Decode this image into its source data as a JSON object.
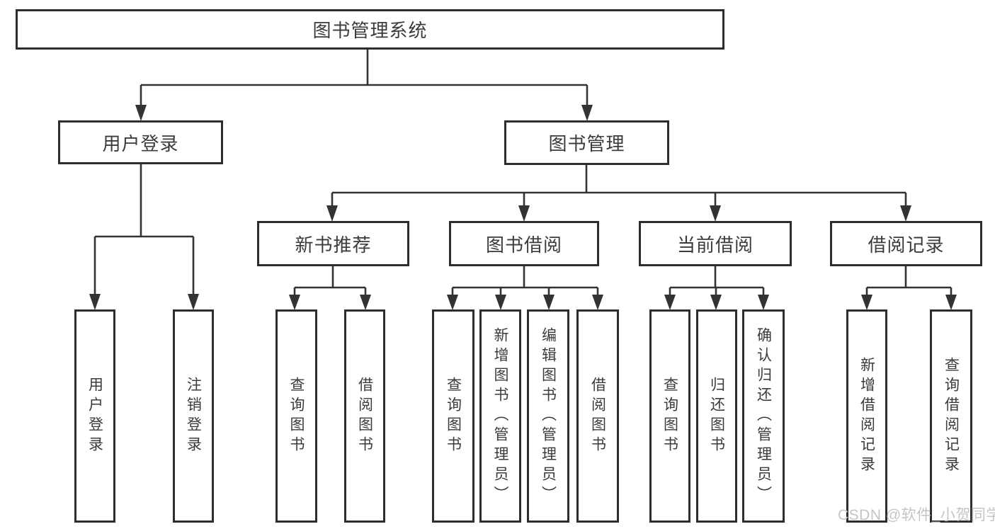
{
  "tree": {
    "label": "图书管理系统",
    "children": [
      {
        "label": "用户登录",
        "children": [
          {
            "label": "用户登录"
          },
          {
            "label": "注销登录"
          }
        ]
      },
      {
        "label": "图书管理",
        "children": [
          {
            "label": "新书推荐",
            "children": [
              {
                "label": "查询图书"
              },
              {
                "label": "借阅图书"
              }
            ]
          },
          {
            "label": "图书借阅",
            "children": [
              {
                "label": "查询图书"
              },
              {
                "label": "新增图书（管理员）"
              },
              {
                "label": "编辑图书（管理员）"
              },
              {
                "label": "借阅图书"
              }
            ]
          },
          {
            "label": "当前借阅",
            "children": [
              {
                "label": "查询图书"
              },
              {
                "label": "归还图书"
              },
              {
                "label": "确认归还（管理员）"
              }
            ]
          },
          {
            "label": "借阅记录",
            "children": [
              {
                "label": "新增借阅记录"
              },
              {
                "label": "查询借阅记录"
              }
            ]
          }
        ]
      }
    ]
  },
  "watermark": "CSDN @软件_小贺同学",
  "colors": {
    "background": "#ffffff",
    "line": "#333333",
    "box_border": "#2d2d2d",
    "text": "#3b3b3b",
    "watermark": "#c5c5c5"
  }
}
